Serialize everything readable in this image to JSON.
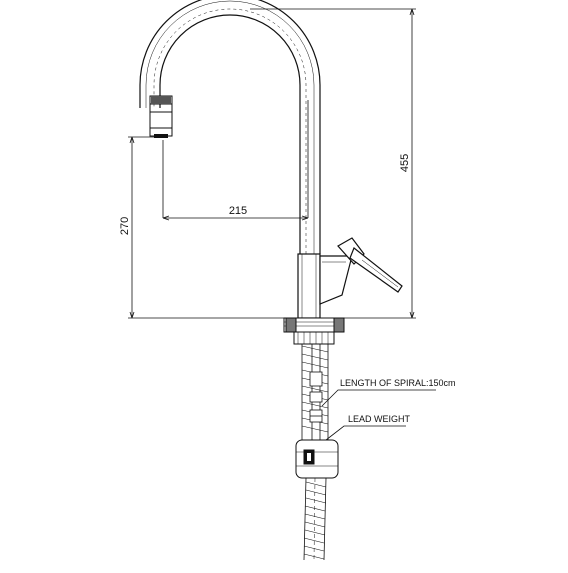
{
  "dimensions": {
    "overall_height": "455",
    "spout_reach": "215",
    "spout_height": "270"
  },
  "annotations": {
    "spiral_length": "LENGTH OF SPIRAL:150cm",
    "lead_weight": "LEAD WEIGHT"
  },
  "colors": {
    "line": "#111111",
    "background": "#ffffff"
  }
}
